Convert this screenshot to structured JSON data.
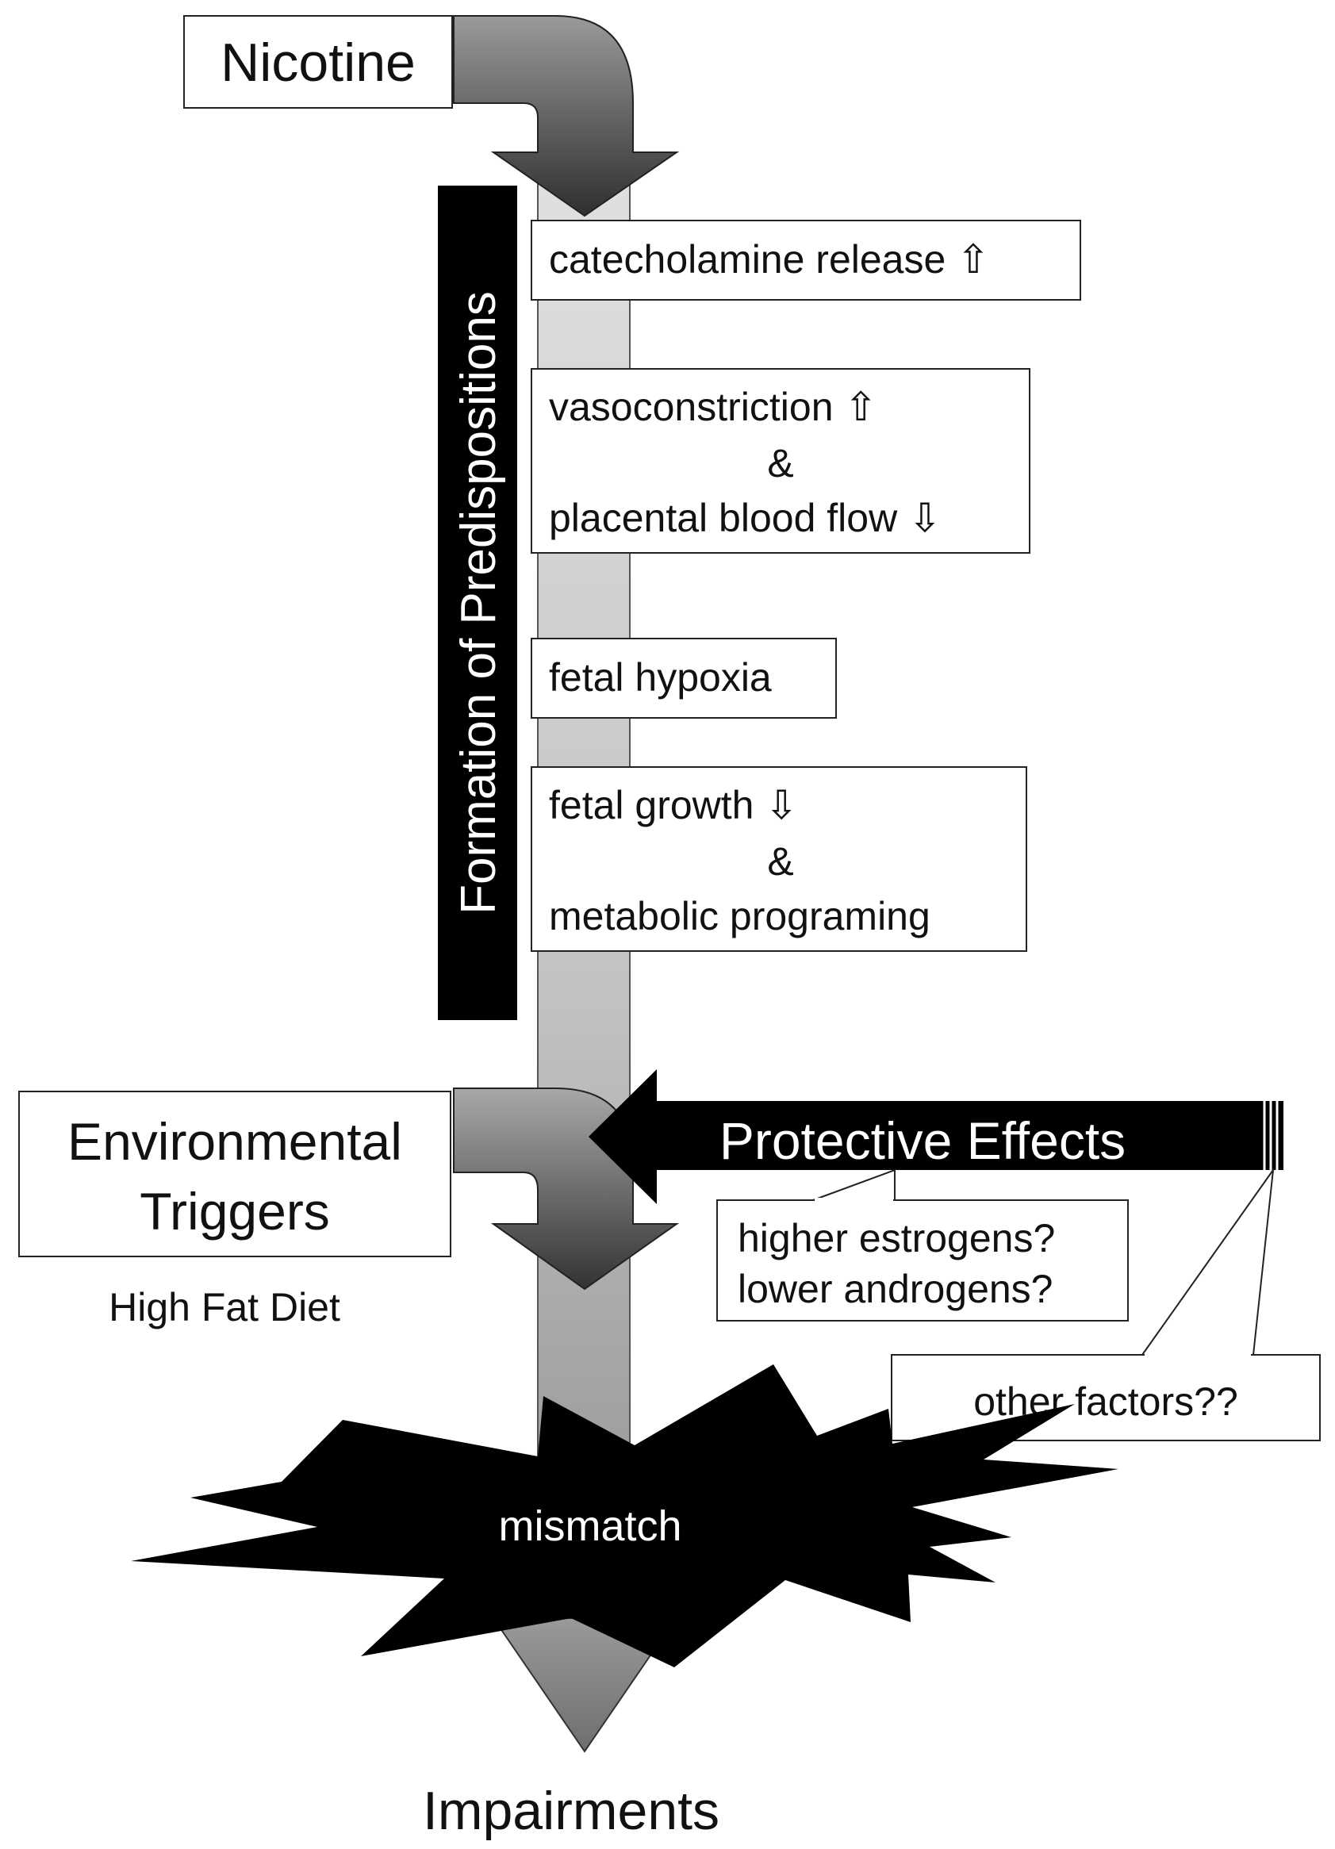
{
  "nicotine_label": "Nicotine",
  "predispositions_label": "Formation of Predispositions",
  "steps": {
    "catecholamine": "catecholamine release ⇧",
    "vaso_line1": "vasoconstriction ⇧",
    "vaso_amp": "&",
    "vaso_line2": "placental blood flow ⇩",
    "hypoxia": "fetal hypoxia",
    "growth_line1": "fetal growth ⇩",
    "growth_amp": "&",
    "growth_line2": "metabolic programing"
  },
  "environmental_line1": "Environmental",
  "environmental_line2": "Triggers",
  "high_fat_diet": "High Fat Diet",
  "protective_label": "Protective Effects",
  "hormones_line1": "higher estrogens?",
  "hormones_line2": "lower androgens?",
  "other_factors": "other factors??",
  "mismatch_label": "mismatch",
  "impairments_label": "Impairments"
}
